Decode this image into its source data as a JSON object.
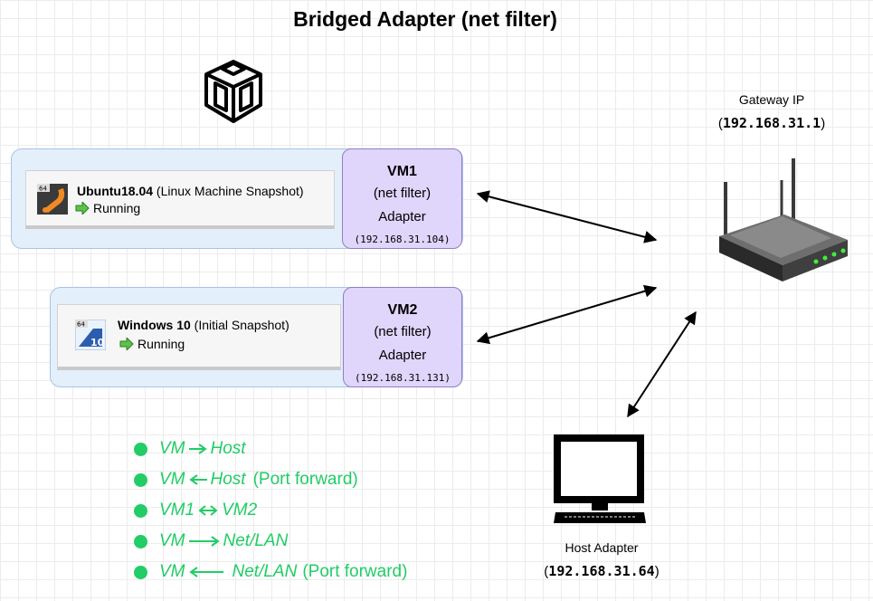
{
  "title": "Bridged Adapter (net filter)",
  "vms": [
    {
      "name": "Ubuntu18.04",
      "snapshot": "(Linux Machine Snapshot)",
      "status": "Running",
      "os_badge": "64",
      "adapter": {
        "title": "VM1",
        "line1": "(net filter)",
        "line2": "Adapter",
        "ip": "(192.168.31.104)"
      }
    },
    {
      "name": "Windows 10",
      "snapshot": "(Initial Snapshot)",
      "status": "Running",
      "os_badge": "64",
      "os_version": "10",
      "adapter": {
        "title": "VM2",
        "line1": "(net filter)",
        "line2": "Adapter",
        "ip": "(192.168.31.131)"
      }
    }
  ],
  "gateway": {
    "label": "Gateway IP",
    "ip_open": "(",
    "ip": "192.168.31.1",
    "ip_close": ")"
  },
  "host": {
    "label": "Host Adapter",
    "ip_open": "(",
    "ip": "192.168.31.64",
    "ip_close": ")"
  },
  "legend": [
    {
      "a": "VM",
      "b": "Host",
      "suffix": ""
    },
    {
      "a": "VM",
      "b": "Host",
      "suffix": "(Port forward)"
    },
    {
      "a": "VM1",
      "b": "VM2",
      "suffix": ""
    },
    {
      "a": "VM",
      "b": "Net/LAN",
      "suffix": ""
    },
    {
      "a": "VM",
      "b": "Net/LAN",
      "suffix": "(Port forward)"
    }
  ],
  "colors": {
    "legend_green": "#22cc66",
    "adapter_fill": "#e0d5fb",
    "group_fill": "#e3effb"
  },
  "icons": [
    "virtualbox-logo-icon",
    "ubuntu-os-icon",
    "windows-os-icon",
    "running-arrow-icon",
    "router-icon",
    "monitor-icon"
  ]
}
